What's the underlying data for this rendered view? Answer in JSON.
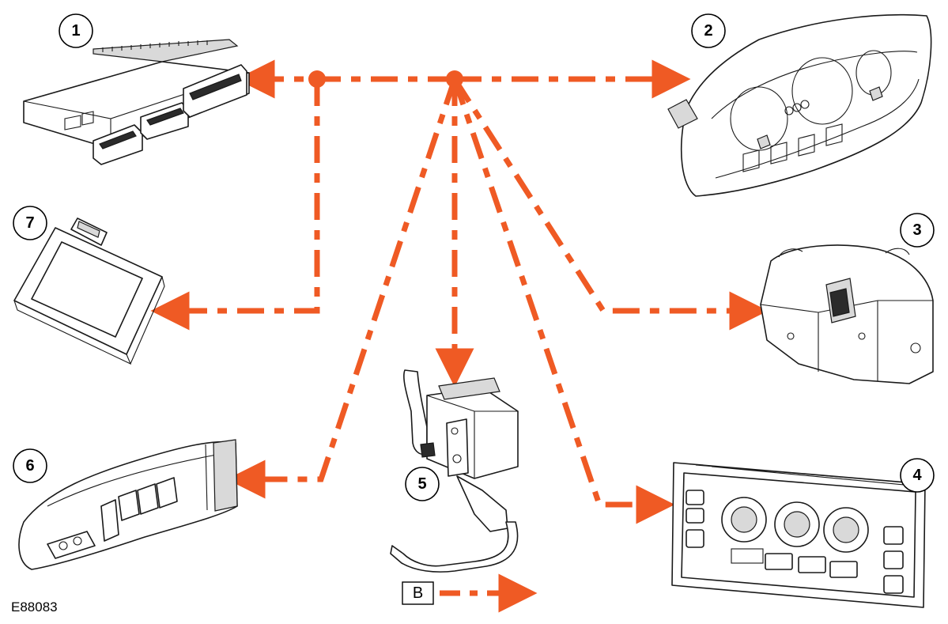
{
  "figure_id": "E88083",
  "colors": {
    "link": "#ef5a24",
    "outline": "#1a1a1a"
  },
  "callouts": {
    "c1": "1",
    "c2": "2",
    "c3": "3",
    "c4": "4",
    "c5": "5",
    "c6": "6",
    "c7": "7"
  },
  "connector_label": "B",
  "components": {
    "c1": "module-box-icon",
    "c2": "instrument-cluster-icon",
    "c3": "steering-column-module-icon",
    "c4": "climate-control-panel-icon",
    "c5": "heater-unit-icon",
    "c6": "seat-switch-pack-icon",
    "c7": "sensor-module-icon"
  }
}
